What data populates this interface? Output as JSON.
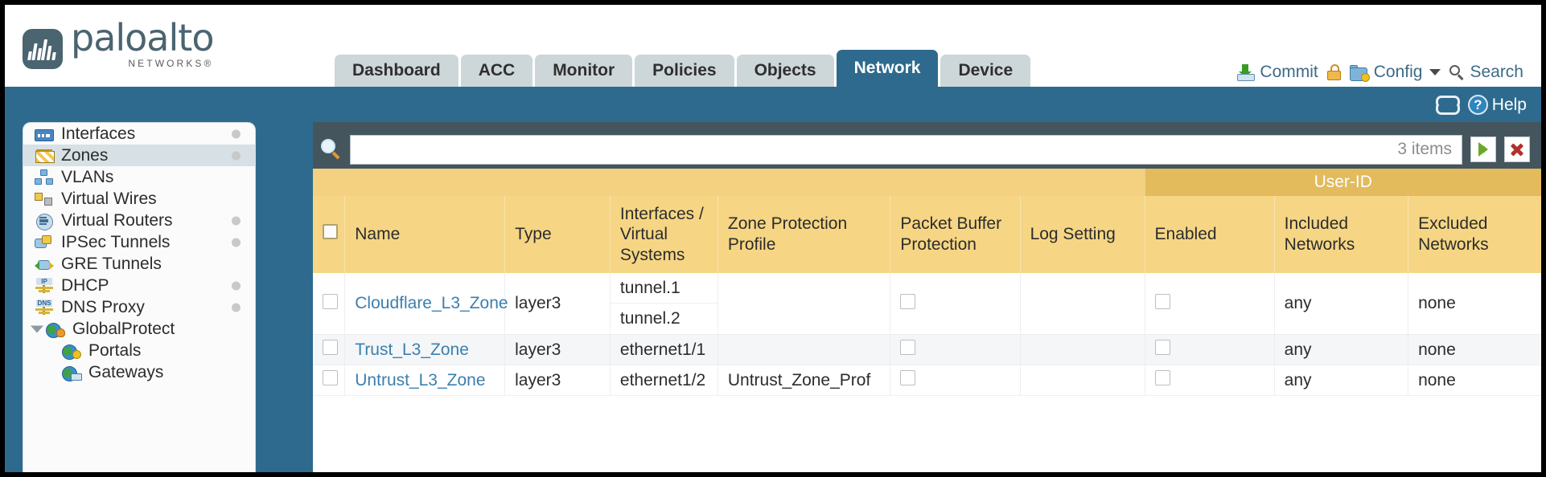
{
  "brand": {
    "name": "paloalto",
    "tagline": "NETWORKS®"
  },
  "nav": {
    "tabs": [
      {
        "label": "Dashboard",
        "active": false
      },
      {
        "label": "ACC",
        "active": false
      },
      {
        "label": "Monitor",
        "active": false
      },
      {
        "label": "Policies",
        "active": false
      },
      {
        "label": "Objects",
        "active": false
      },
      {
        "label": "Network",
        "active": true
      },
      {
        "label": "Device",
        "active": false
      }
    ],
    "actions": {
      "commit": "Commit",
      "config": "Config",
      "search": "Search"
    }
  },
  "utility": {
    "help": "Help"
  },
  "sidebar": {
    "items": [
      {
        "label": "Interfaces",
        "icon": "interfaces-icon",
        "dot": true,
        "selected": false,
        "child": false,
        "arrow": false
      },
      {
        "label": "Zones",
        "icon": "zones-icon",
        "dot": true,
        "selected": true,
        "child": false,
        "arrow": false
      },
      {
        "label": "VLANs",
        "icon": "vlans-icon",
        "dot": false,
        "selected": false,
        "child": false,
        "arrow": false
      },
      {
        "label": "Virtual Wires",
        "icon": "virtual-wires-icon",
        "dot": false,
        "selected": false,
        "child": false,
        "arrow": false
      },
      {
        "label": "Virtual Routers",
        "icon": "virtual-routers-icon",
        "dot": true,
        "selected": false,
        "child": false,
        "arrow": false
      },
      {
        "label": "IPSec Tunnels",
        "icon": "ipsec-tunnels-icon",
        "dot": true,
        "selected": false,
        "child": false,
        "arrow": false
      },
      {
        "label": "GRE Tunnels",
        "icon": "gre-tunnels-icon",
        "dot": false,
        "selected": false,
        "child": false,
        "arrow": false
      },
      {
        "label": "DHCP",
        "icon": "dhcp-icon",
        "dot": true,
        "selected": false,
        "child": false,
        "arrow": false
      },
      {
        "label": "DNS Proxy",
        "icon": "dns-proxy-icon",
        "dot": true,
        "selected": false,
        "child": false,
        "arrow": false
      },
      {
        "label": "GlobalProtect",
        "icon": "globalprotect-icon",
        "dot": false,
        "selected": false,
        "child": false,
        "arrow": true
      },
      {
        "label": "Portals",
        "icon": "portals-icon",
        "dot": false,
        "selected": false,
        "child": true,
        "arrow": false
      },
      {
        "label": "Gateways",
        "icon": "gateways-icon",
        "dot": false,
        "selected": false,
        "child": true,
        "arrow": false
      }
    ]
  },
  "search": {
    "value": "",
    "placeholder": "",
    "items_count": "3 items"
  },
  "table": {
    "group_header": "User-ID",
    "columns": [
      "Name",
      "Type",
      "Interfaces / Virtual Systems",
      "Zone Protection Profile",
      "Packet Buffer Protection",
      "Log Setting",
      "Enabled",
      "Included Networks",
      "Excluded Networks"
    ],
    "rows": [
      {
        "selected": false,
        "name": "Cloudflare_L3_Zone",
        "type": "layer3",
        "interfaces": [
          "tunnel.1",
          "tunnel.2"
        ],
        "zone_protection_profile": "",
        "packet_buffer_protection": false,
        "log_setting": "",
        "userid_enabled": false,
        "included_networks": "any",
        "excluded_networks": "none"
      },
      {
        "selected": false,
        "name": "Trust_L3_Zone",
        "type": "layer3",
        "interfaces": [
          "ethernet1/1"
        ],
        "zone_protection_profile": "",
        "packet_buffer_protection": false,
        "log_setting": "",
        "userid_enabled": false,
        "included_networks": "any",
        "excluded_networks": "none"
      },
      {
        "selected": false,
        "name": "Untrust_L3_Zone",
        "type": "layer3",
        "interfaces": [
          "ethernet1/2"
        ],
        "zone_protection_profile": "Untrust_Zone_Prof",
        "packet_buffer_protection": false,
        "log_setting": "",
        "userid_enabled": false,
        "included_networks": "any",
        "excluded_networks": "none"
      }
    ]
  },
  "colors": {
    "brand_blue": "#2e6a8e",
    "header_amber": "#f6d684",
    "group_amber": "#e3ba5c",
    "link_blue": "#3b7fae",
    "panel_dark": "#44555e"
  }
}
